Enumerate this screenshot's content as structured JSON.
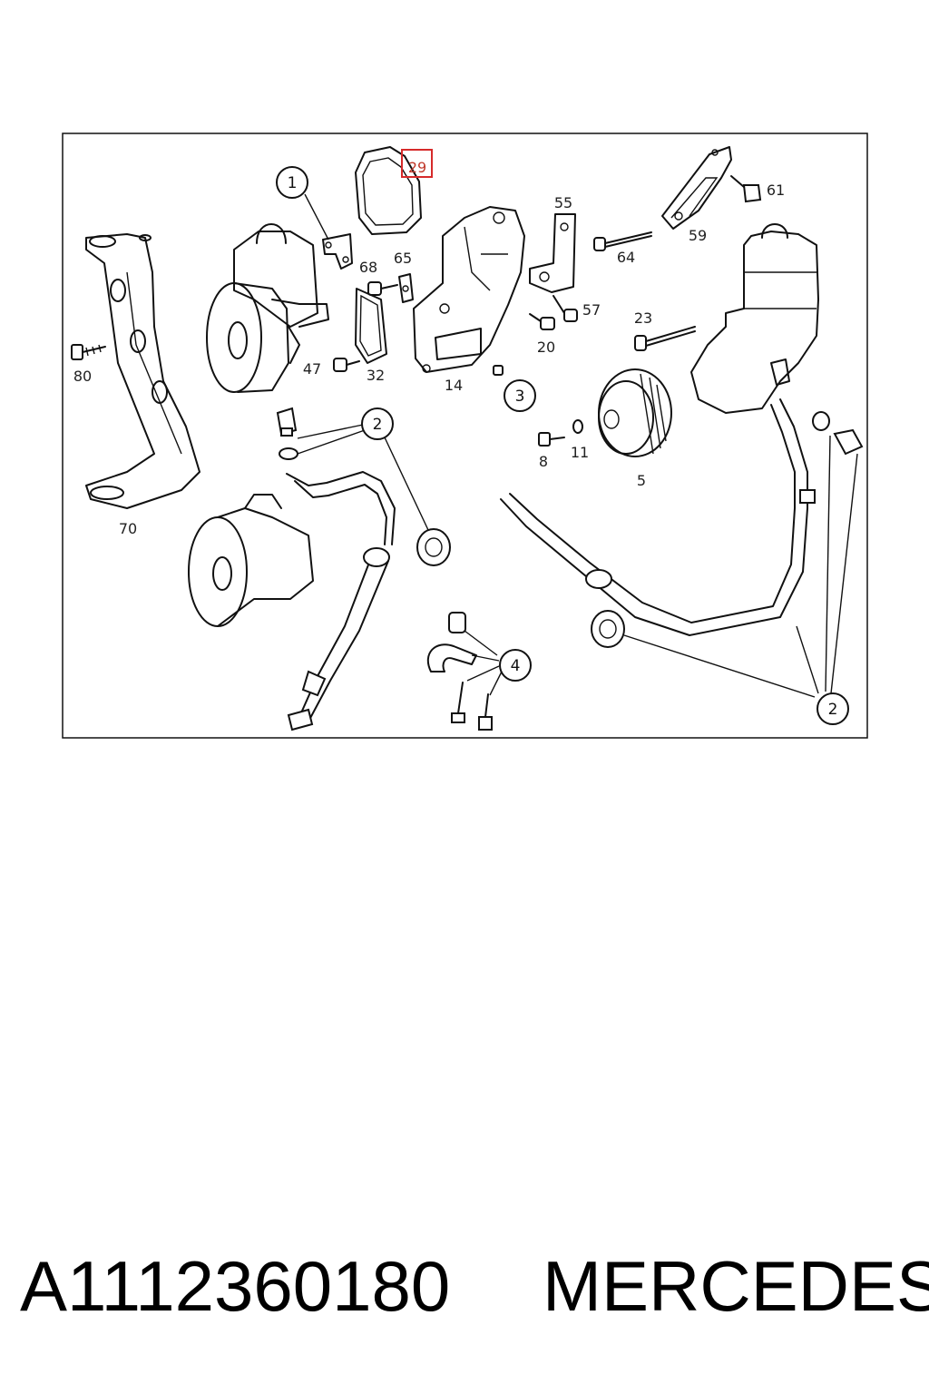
{
  "part_number": "A1112360180",
  "brand": "MERCEDES",
  "highlight_color": "#d62a2a",
  "highlighted_ref": "29",
  "callouts": [
    "1",
    "2",
    "2",
    "3",
    "4"
  ],
  "labels": {
    "l29": "29",
    "l55": "55",
    "l61": "61",
    "l59": "59",
    "l64": "64",
    "l68": "68",
    "l65": "65",
    "l57": "57",
    "l23": "23",
    "l20": "20",
    "l80": "80",
    "l47": "47",
    "l32": "32",
    "l14": "14",
    "l8": "8",
    "l11": "11",
    "l5": "5",
    "l70": "70"
  }
}
